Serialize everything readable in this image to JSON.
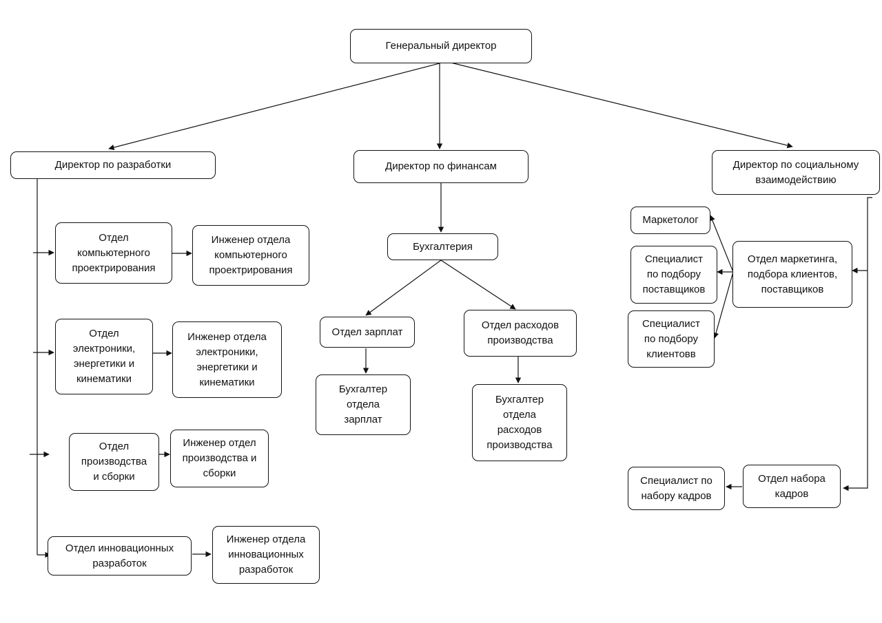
{
  "diagram": {
    "ceo": "Генеральный директор",
    "dev_director": "Директор по разработки",
    "fin_director": "Директор по финансам",
    "soc_director": "Директор по социальному\nвзаимодействию",
    "dev": {
      "cad_dept": "Отдел\nкомпьютерного\nпроектрирования",
      "cad_engineer": "Инженер отдела\nкомпьютерного\nпроектрирования",
      "elec_dept": "Отдел\nэлектроники,\nэнергетики и\nкинематики",
      "elec_engineer": "Инженер отдела\nэлектроники,\nэнергетики и\nкинематики",
      "prod_dept": "Отдел\nпроизводства\nи сборки",
      "prod_engineer": "Инженер отдел\nпроизводства и\nсборки",
      "innov_dept": "Отдел инновационных\nразработок",
      "innov_engineer": "Инженер отдела\nинновационных\nразработок"
    },
    "fin": {
      "accounting": "Бухгалтерия",
      "salary_dept": "Отдел зарплат",
      "expense_dept": "Отдел расходов\nпроизводства",
      "salary_accountant": "Бухгалтер\nотдела\nзарплат",
      "expense_accountant": "Бухгалтер\nотдела\nрасходов\nпроизводства"
    },
    "soc": {
      "marketer": "Маркетолог",
      "supplier_specialist": "Специалист\nпо подбору\nпоставщиков",
      "client_specialist": "Специалист\nпо подбору\nклиентовв",
      "marketing_dept": "Отдел маркетинга,\nподбора клиентов,\nпоставщиков",
      "hr_specialist": "Специалист по\nнабору кадров",
      "hr_dept": "Отдел набора\nкадров"
    }
  }
}
